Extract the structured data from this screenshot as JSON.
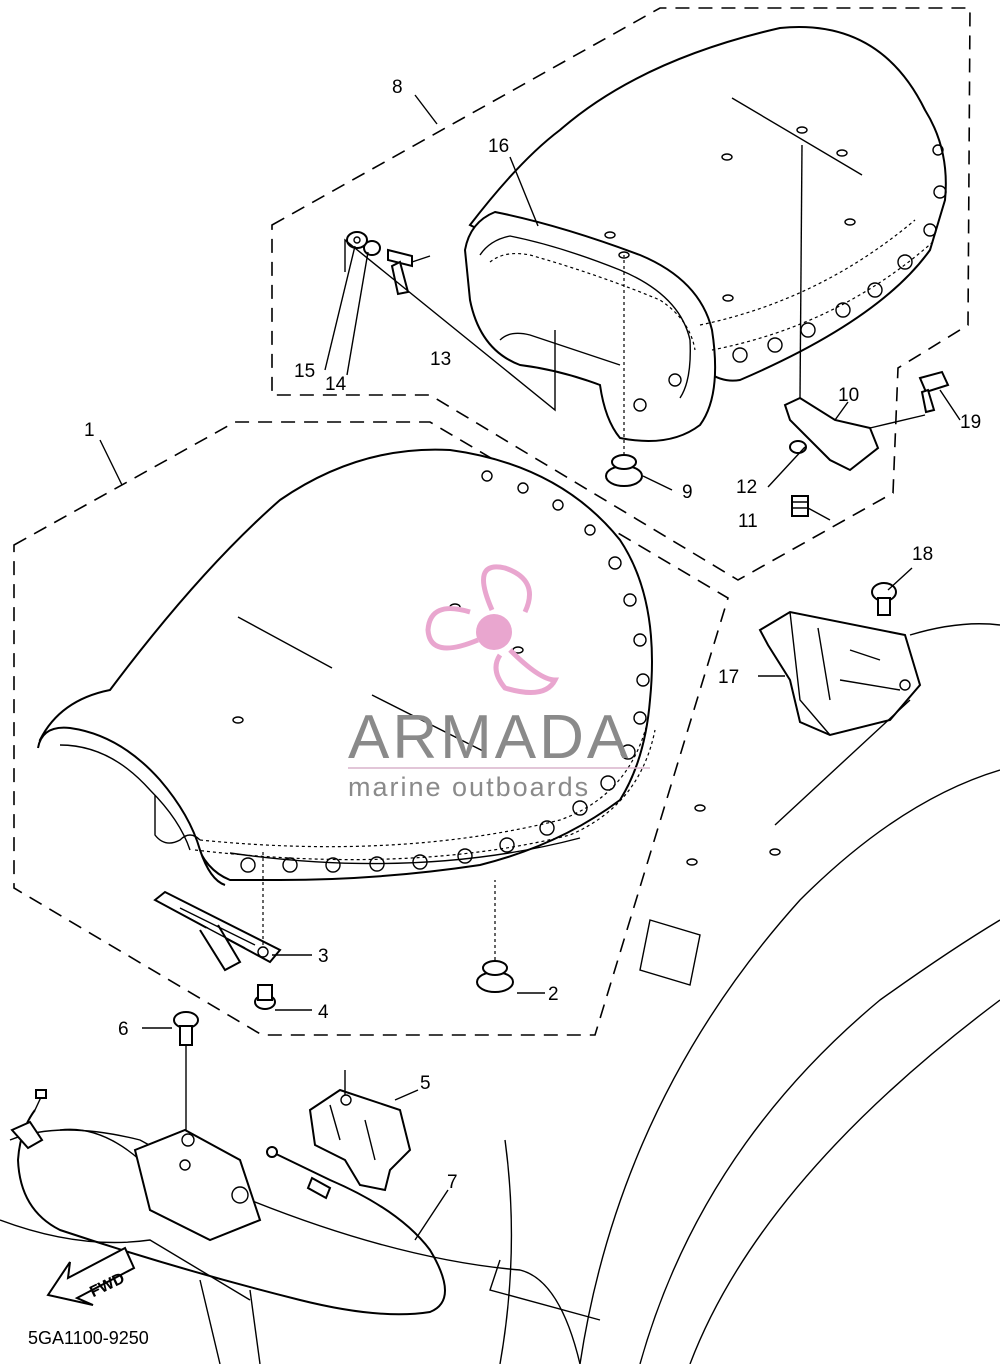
{
  "diagram": {
    "drawing_code": "5GA1100-9250",
    "fwd_label": "FWD",
    "callouts": [
      "1",
      "2",
      "3",
      "4",
      "5",
      "6",
      "7",
      "8",
      "9",
      "10",
      "11",
      "12",
      "13",
      "14",
      "15",
      "16",
      "17",
      "18",
      "19"
    ]
  },
  "watermark": {
    "brand": "ARMADA",
    "tagline": "marine outboards",
    "logo_color": "#e9a6cf",
    "text_color": "#8a8a8a"
  }
}
